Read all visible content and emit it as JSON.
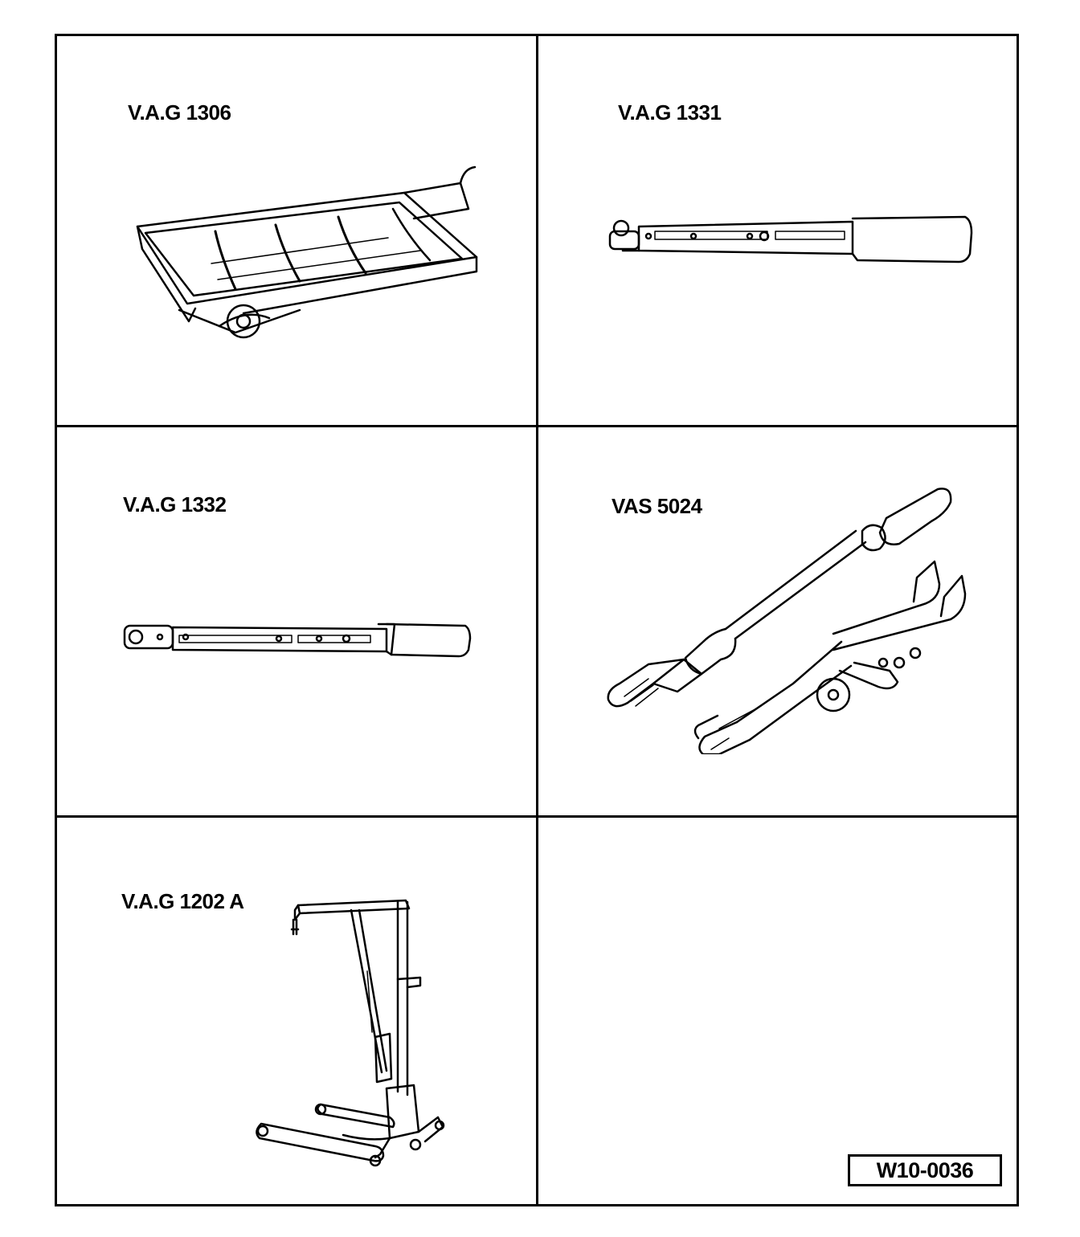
{
  "tools": [
    {
      "label": "V.A.G 1306",
      "icon": "drip-tray-icon"
    },
    {
      "label": "V.A.G 1331",
      "icon": "torque-wrench-icon"
    },
    {
      "label": "V.A.G 1332",
      "icon": "torque-wrench-icon"
    },
    {
      "label": "VAS 5024",
      "icon": "hose-clip-pliers-icon"
    },
    {
      "label": "V.A.G 1202 A",
      "icon": "workshop-crane-icon"
    }
  ],
  "figure_code": "W10-0036"
}
